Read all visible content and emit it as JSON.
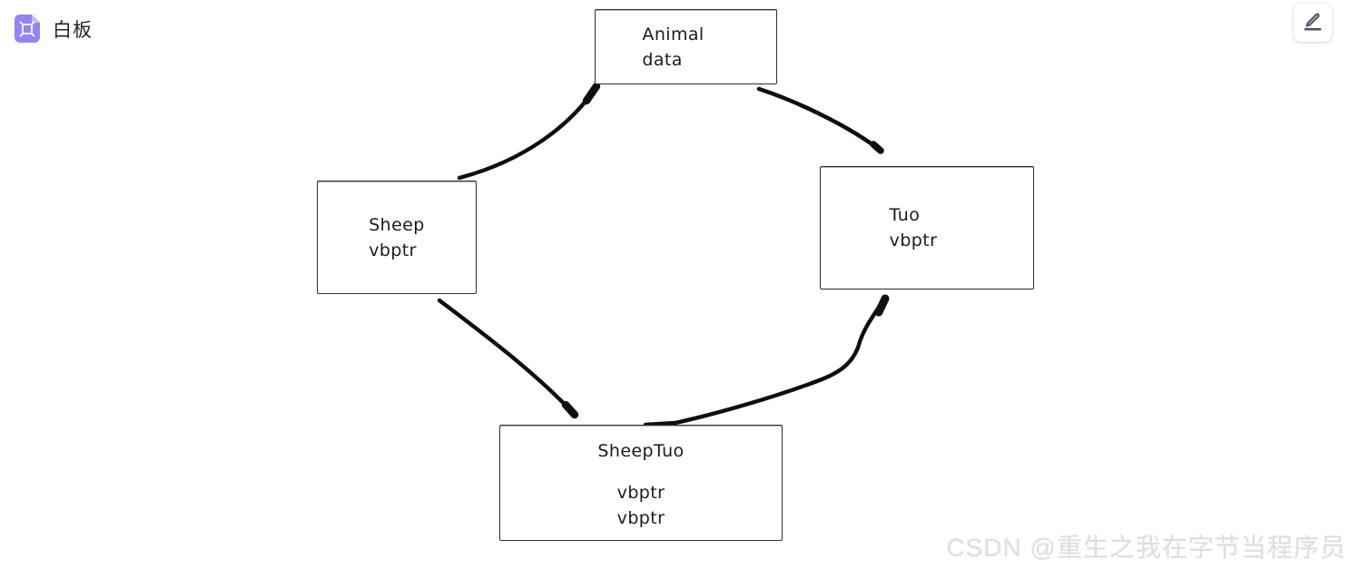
{
  "app": {
    "title": "白板",
    "doc_icon": "whiteboard-doc-icon"
  },
  "toolbar": {
    "edit_button_icon": "pencil-edit-icon"
  },
  "diagram": {
    "nodes": [
      {
        "id": "animal",
        "lines": [
          "Animal",
          "data"
        ]
      },
      {
        "id": "sheep",
        "lines": [
          "Sheep",
          "vbptr"
        ]
      },
      {
        "id": "tuo",
        "lines": [
          "Tuo",
          "vbptr"
        ]
      },
      {
        "id": "sheeptuo",
        "title": "SheepTuo",
        "lines": [
          "vbptr",
          "vbptr"
        ]
      }
    ],
    "edges": [
      {
        "from": "animal",
        "to": "sheep"
      },
      {
        "from": "animal",
        "to": "tuo"
      },
      {
        "from": "sheep",
        "to": "sheeptuo"
      },
      {
        "from": "tuo",
        "to": "sheeptuo"
      }
    ]
  },
  "watermark": {
    "text": "CSDN @重生之我在字节当程序员"
  },
  "colors": {
    "doc_icon_purple": "#9385F0",
    "sketch_stroke": "#0f0f0f",
    "box_border": "#2e2e2e",
    "header_text": "#1F2329",
    "watermark_gray": "#DEDEDE"
  }
}
